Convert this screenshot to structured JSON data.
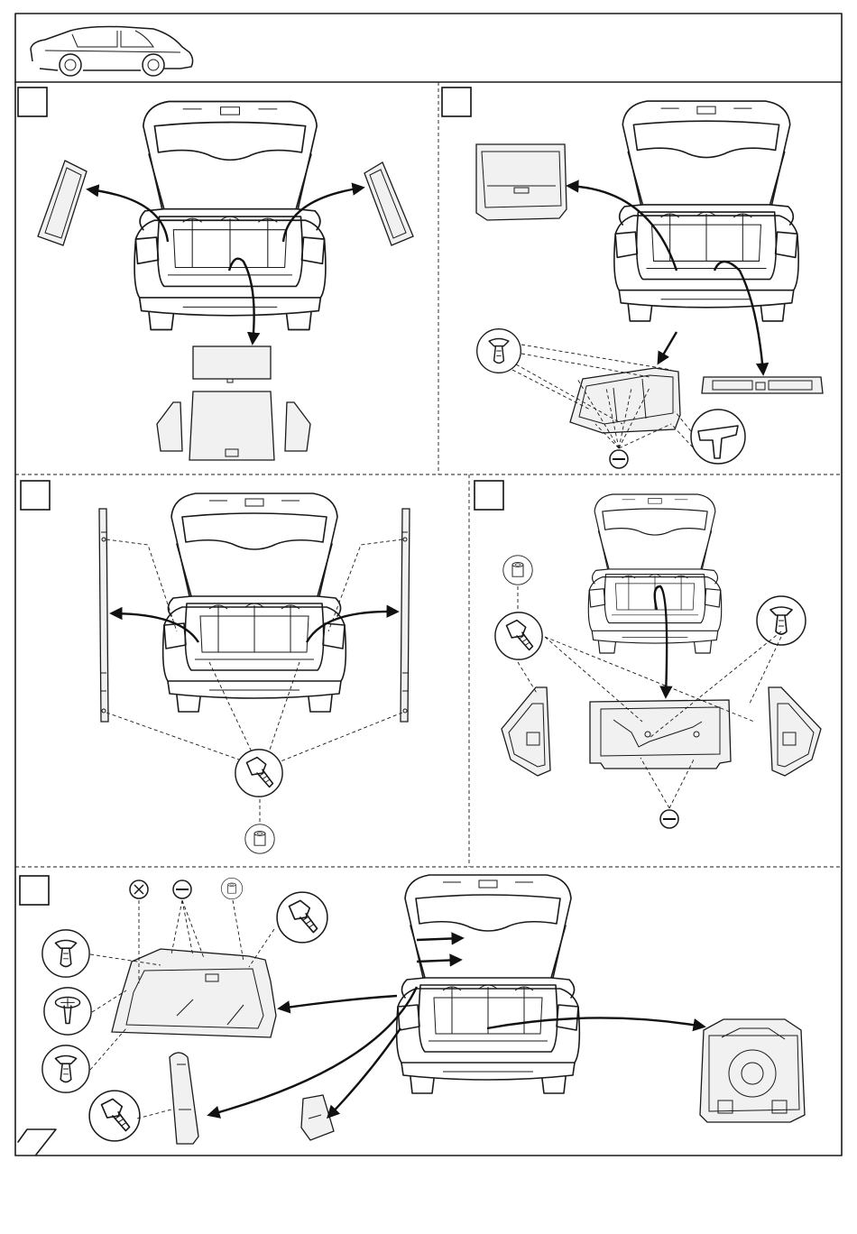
{
  "steps": [
    {
      "id": "step-1",
      "label": ""
    },
    {
      "id": "step-2",
      "label": ""
    },
    {
      "id": "step-3",
      "label": ""
    },
    {
      "id": "step-4",
      "label": ""
    },
    {
      "id": "step-5",
      "label": ""
    }
  ],
  "icons": {
    "header_vehicle": "station-wagon-side-view",
    "fastener_clip": "push-clip-icon",
    "fastener_bolt": "bolt-icon",
    "fastener_nut": "nut-icon",
    "fastener_screw": "screw-icon",
    "tool_flat_screwdriver": "flat-screwdriver-icon",
    "tool_cross_screwdriver": "cross-screwdriver-icon"
  },
  "colors": {
    "line": "#1a1a1a",
    "paper": "#ffffff",
    "part_fill": "#f1f1f1"
  }
}
